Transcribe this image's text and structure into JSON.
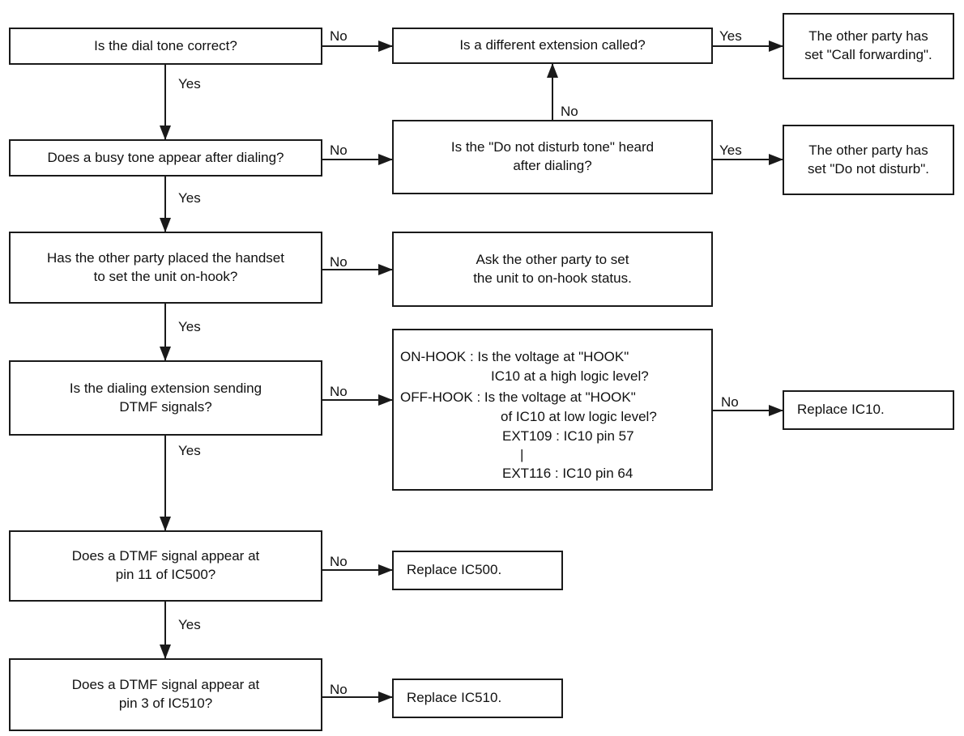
{
  "q1": {
    "lines": [
      "Is the dial tone correct?"
    ]
  },
  "q2": {
    "lines": [
      "Does a busy tone appear after dialing?"
    ]
  },
  "q3": {
    "lines": [
      "Has the other party placed the handset",
      "to set the unit on-hook?"
    ]
  },
  "q4": {
    "lines": [
      "Is the dialing extension sending",
      "DTMF signals?"
    ]
  },
  "q5": {
    "lines": [
      "Does a DTMF signal appear at",
      "pin 11 of IC500?"
    ]
  },
  "q6": {
    "lines": [
      "Does a DTMF signal appear at",
      "pin 3 of IC510?"
    ]
  },
  "dnd": {
    "lines": [
      "Is the \"Do not disturb tone\" heard",
      "after dialing?"
    ]
  },
  "diffext": {
    "lines": [
      "Is a different extension called?"
    ]
  },
  "callfwd": {
    "lines": [
      "The other party has",
      "set \"Call forwarding\"."
    ]
  },
  "dndset": {
    "lines": [
      "The other party has",
      "set \"Do not disturb\"."
    ]
  },
  "askonhook": {
    "lines": [
      "Ask the other party to set",
      "the unit to on-hook status."
    ]
  },
  "hookcheck": {
    "on_hook": "ON-HOOK : Is the voltage at  \"HOOK\"",
    "on_hook_2": "IC10 at a high logic level?",
    "off_hook": "OFF-HOOK : Is the voltage at  \"HOOK\"",
    "off_hook_2": "of IC10 at low logic level?",
    "ext_start": "EXT109 : IC10 pin 57",
    "ext_sep": "|",
    "ext_end": "EXT116 : IC10 pin 64"
  },
  "replace_ic10": {
    "lines": [
      "Replace IC10."
    ]
  },
  "replace_ic500": {
    "lines": [
      "Replace IC500."
    ]
  },
  "replace_ic510": {
    "lines": [
      "Replace IC510."
    ]
  },
  "labels": {
    "yes": "Yes",
    "no": "No"
  }
}
